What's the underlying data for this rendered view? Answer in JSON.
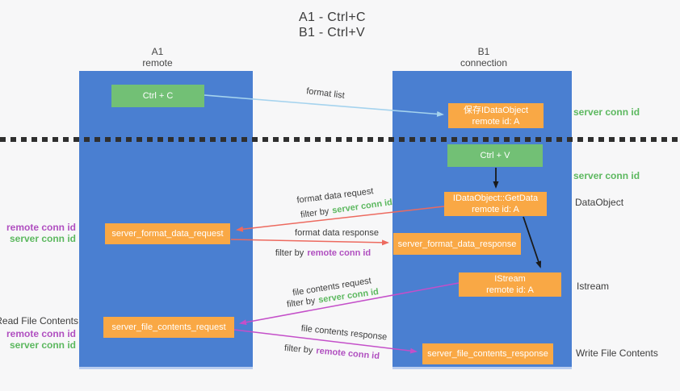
{
  "title": {
    "line1": "A1 - Ctrl+C",
    "line2": "B1 - Ctrl+V"
  },
  "lanes": {
    "a1": {
      "name": "A1",
      "subtitle": "remote"
    },
    "b1": {
      "name": "B1",
      "subtitle": "connection"
    }
  },
  "nodes": {
    "ctrl_c": {
      "label": "Ctrl + C"
    },
    "save_idataobject": {
      "line1": "保存IDataObject",
      "line2": "remote id: A"
    },
    "ctrl_v": {
      "label": "Ctrl + V"
    },
    "getdata": {
      "line1": "IDataObject::GetData",
      "line2": "remote id: A"
    },
    "format_request": {
      "label": "server_format_data_request"
    },
    "format_response": {
      "label": "server_format_data_response"
    },
    "istream": {
      "line1": "IStream",
      "line2": "remote id: A"
    },
    "file_request": {
      "label": "server_file_contents_request"
    },
    "file_response": {
      "label": "server_file_contents_response"
    }
  },
  "edges": {
    "format_list": {
      "label": "format list"
    },
    "format_data_request": {
      "label": "format data request",
      "filter_prefix": "filter by",
      "filter_key": "server conn id"
    },
    "format_data_response": {
      "label": "format data response",
      "filter_prefix": "filter by",
      "filter_key": "remote conn id"
    },
    "file_contents_request": {
      "label": "file contents request",
      "filter_prefix": "filter by",
      "filter_key": "server conn id"
    },
    "file_contents_response": {
      "label": "file contents response",
      "filter_prefix": "filter by",
      "filter_key": "remote conn id"
    }
  },
  "annotations": {
    "right": {
      "server_conn_id_top": "server conn id",
      "server_conn_id_mid": "server conn id",
      "dataobject": "DataObject",
      "istream": "Istream",
      "write_file_contents": "Write File Contents"
    },
    "left": {
      "remote_conn_id_top": "remote conn id",
      "server_conn_id_top": "server conn id",
      "read_file_contents": "Read File Contents",
      "remote_conn_id_bottom": "remote conn id",
      "server_conn_id_bottom": "server conn id"
    }
  },
  "colors": {
    "lane_blue": "#4a7fd1",
    "node_green": "#72c075",
    "node_orange": "#f9a845",
    "accent_green": "#5cb85f",
    "accent_purple": "#b04fc0",
    "arrow_red": "#ed6a5f",
    "arrow_magenta": "#c44fc9",
    "arrow_lightblue": "#a5d3ee",
    "arrow_black": "#1a1a1a"
  }
}
